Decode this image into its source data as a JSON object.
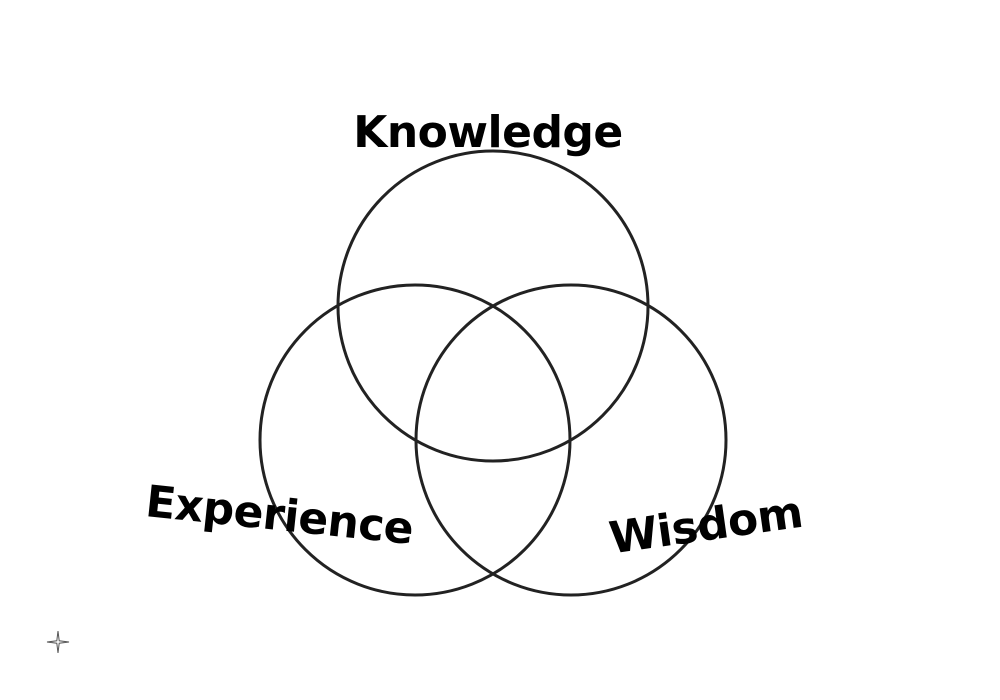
{
  "diagram": {
    "type": "venn",
    "stroke_color": "#222222",
    "label_color": "#000000",
    "background": "#ffffff",
    "sets": [
      {
        "label": "Knowledge"
      },
      {
        "label": "Experience"
      },
      {
        "label": "Wisdom"
      }
    ]
  },
  "decorations": {
    "corner_icon": "sparkle-icon"
  }
}
